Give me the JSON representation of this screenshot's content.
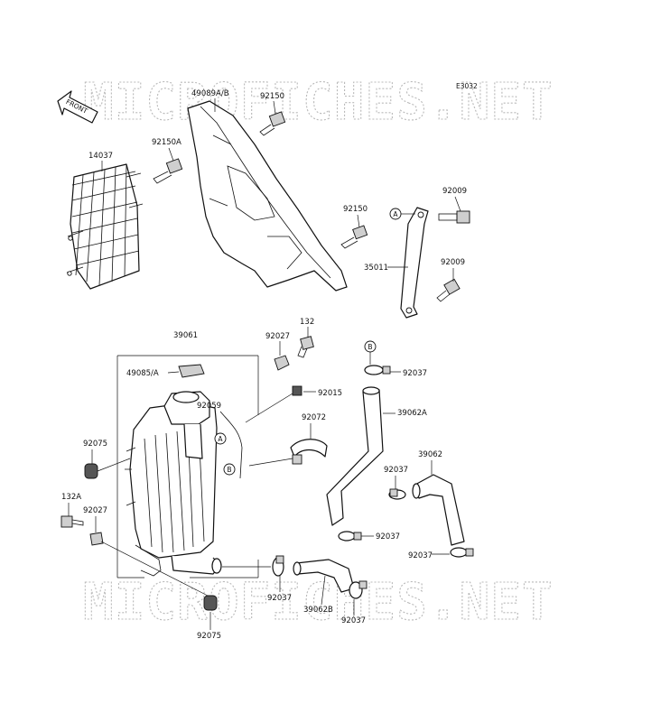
{
  "diagram_code": "E3032",
  "front_label": "FRONT",
  "watermark": "MICROFICHES.NET",
  "parts": {
    "p49089": "49089A/B",
    "p92150_top": "92150",
    "p92150A": "92150A",
    "p14037": "14037",
    "p92150_mid": "92150",
    "p92009_top": "92009",
    "p35011": "35011",
    "p92009_bot": "92009",
    "p39061": "39061",
    "p132": "132",
    "p92027_top": "92027",
    "p49085": "49085/A",
    "p92037_top": "92037",
    "p92015": "92015",
    "p92059": "92059",
    "p39062A": "39062A",
    "p92072": "92072",
    "p92075_top": "92075",
    "p39062": "39062",
    "p92037_mid": "92037",
    "p132A": "132A",
    "p92027_bot": "92027",
    "p92037_low": "92037",
    "p92037_right": "92037",
    "p92037_bot_left": "92037",
    "p39062B": "39062B",
    "p92037_bot": "92037",
    "p92075_bot": "92075"
  },
  "callouts": {
    "a": "A",
    "b": "B"
  }
}
